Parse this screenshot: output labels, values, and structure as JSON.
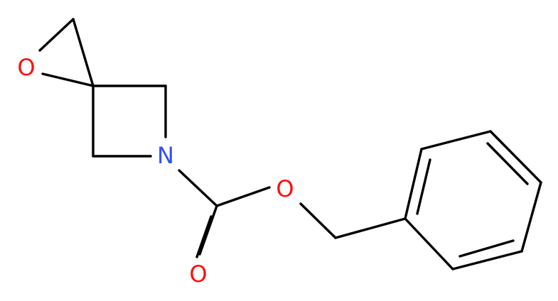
{
  "colors": {
    "bond": "#000000",
    "oxygen": "#FF0D0D",
    "nitrogen": "#3050F8",
    "background": "#FFFFFF"
  },
  "atoms": {
    "epoxide_oxygen": {
      "symbol": "O",
      "element": "oxygen"
    },
    "azetidine_nitrogen": {
      "symbol": "N",
      "element": "nitrogen"
    },
    "ester_oxygen": {
      "symbol": "O",
      "element": "oxygen"
    },
    "carbonyl_oxygen": {
      "symbol": "O",
      "element": "oxygen"
    }
  }
}
